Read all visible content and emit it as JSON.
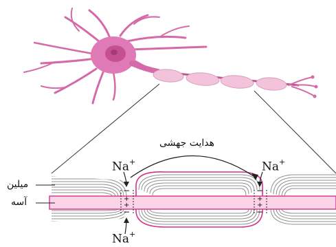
{
  "labels": {
    "conduction": "هدایت جهشی",
    "myelin": "میلین",
    "axon": "آسه"
  },
  "ions": {
    "symbol": "Na",
    "charge": "+",
    "left_top_label": "Na+",
    "right_top_label": "Na+",
    "bottom_label": "Na+"
  },
  "node_signs": {
    "outer": "−",
    "inner": "+"
  },
  "colors": {
    "neuron_body": "#e07ab6",
    "neuron_dark": "#c4508f",
    "myelin_segment": "#f2c3da",
    "axon_fill": "#fbd3e6",
    "axon_stroke": "#d6318a",
    "myelin_lines": "#8f8f8f",
    "highlight_outline": "#d6318a"
  }
}
